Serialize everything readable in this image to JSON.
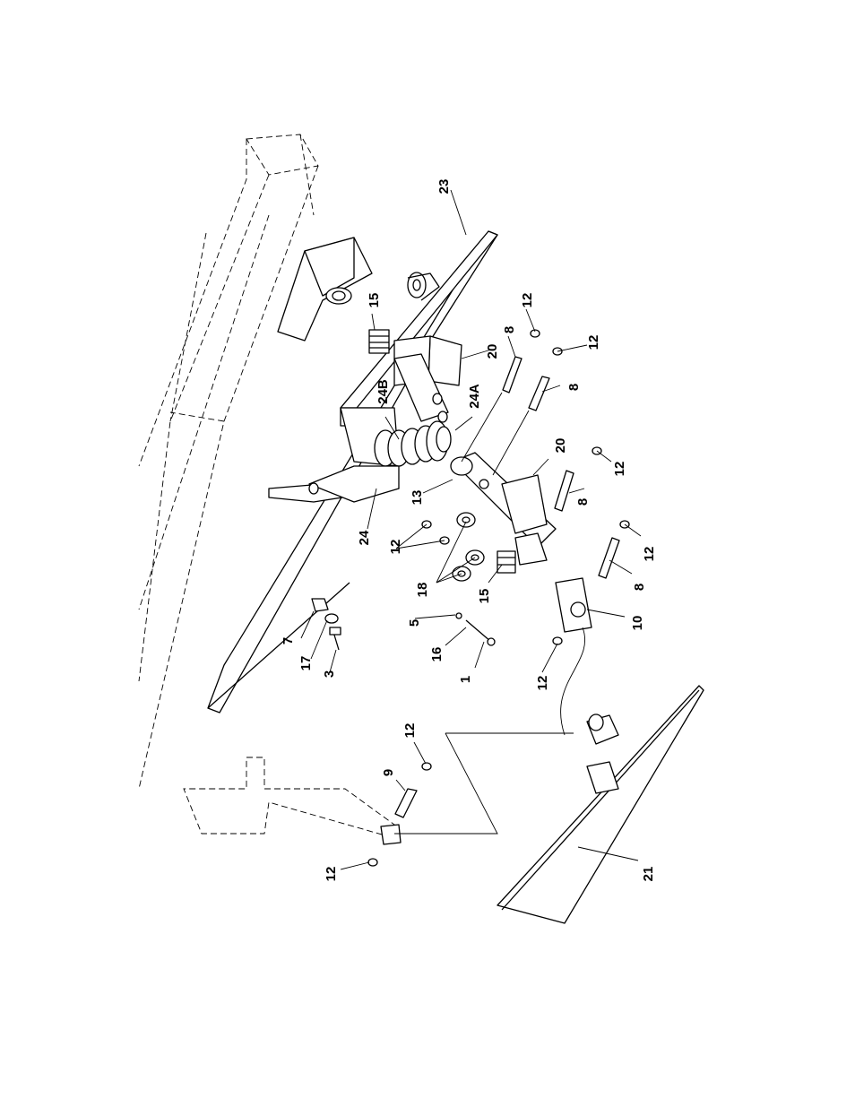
{
  "diagram": {
    "type": "exploded-parts-view",
    "callouts": {
      "c1": "1",
      "c3": "3",
      "c5": "5",
      "c7": "7",
      "c8a": "8",
      "c8b": "8",
      "c8c": "8",
      "c8d": "8",
      "c9": "9",
      "c10": "10",
      "c12a": "12",
      "c12b": "12",
      "c12c": "12",
      "c12d": "12",
      "c12e": "12",
      "c12f": "12",
      "c12g": "12",
      "c12h": "12",
      "c13": "13",
      "c15a": "15",
      "c15b": "15",
      "c16": "16",
      "c17": "17",
      "c18": "18",
      "c20a": "20",
      "c20b": "20",
      "c21": "21",
      "c23": "23",
      "c24": "24",
      "c24a": "24A",
      "c24b": "24B"
    }
  }
}
